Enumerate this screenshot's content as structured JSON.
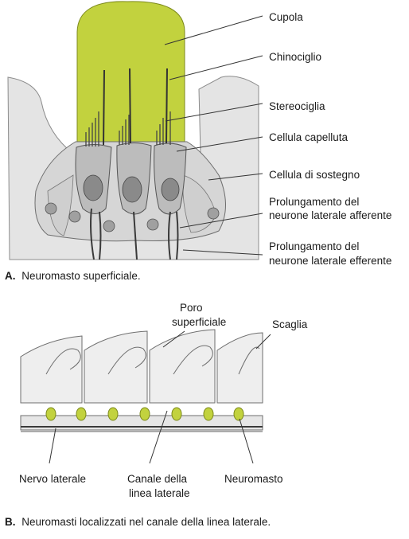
{
  "panel_a": {
    "labels": {
      "cupola": "Cupola",
      "kinocilium": "Chinociglio",
      "stereocilia": "Stereociglia",
      "hair_cell": "Cellula capelluta",
      "support_cell": "Cellula di sostegno",
      "afferent_1": "Prolungamento del",
      "afferent_2": "neurone laterale afferente",
      "efferent_1": "Prolungamento del",
      "efferent_2": "neurone laterale efferente"
    },
    "caption_letter": "A.",
    "caption_text": "Neuromasto superficiale."
  },
  "panel_b": {
    "labels": {
      "pore_1": "Poro",
      "pore_2": "superficiale",
      "scale": "Scaglia",
      "nerve": "Nervo laterale",
      "canal_1": "Canale della",
      "canal_2": "linea laterale",
      "neuromast": "Neuromasto"
    },
    "caption_letter": "B.",
    "caption_text": "Neuromasti localizzati nel canale della linea laterale."
  },
  "colors": {
    "cupola": "#c2d23e",
    "tissue": "#e4e4e4",
    "hair_cell": "#bcbcbc",
    "support_cell": "#d4d4d4",
    "nucleus": "#8a8a8a",
    "nerve": "#3a3a3a"
  }
}
